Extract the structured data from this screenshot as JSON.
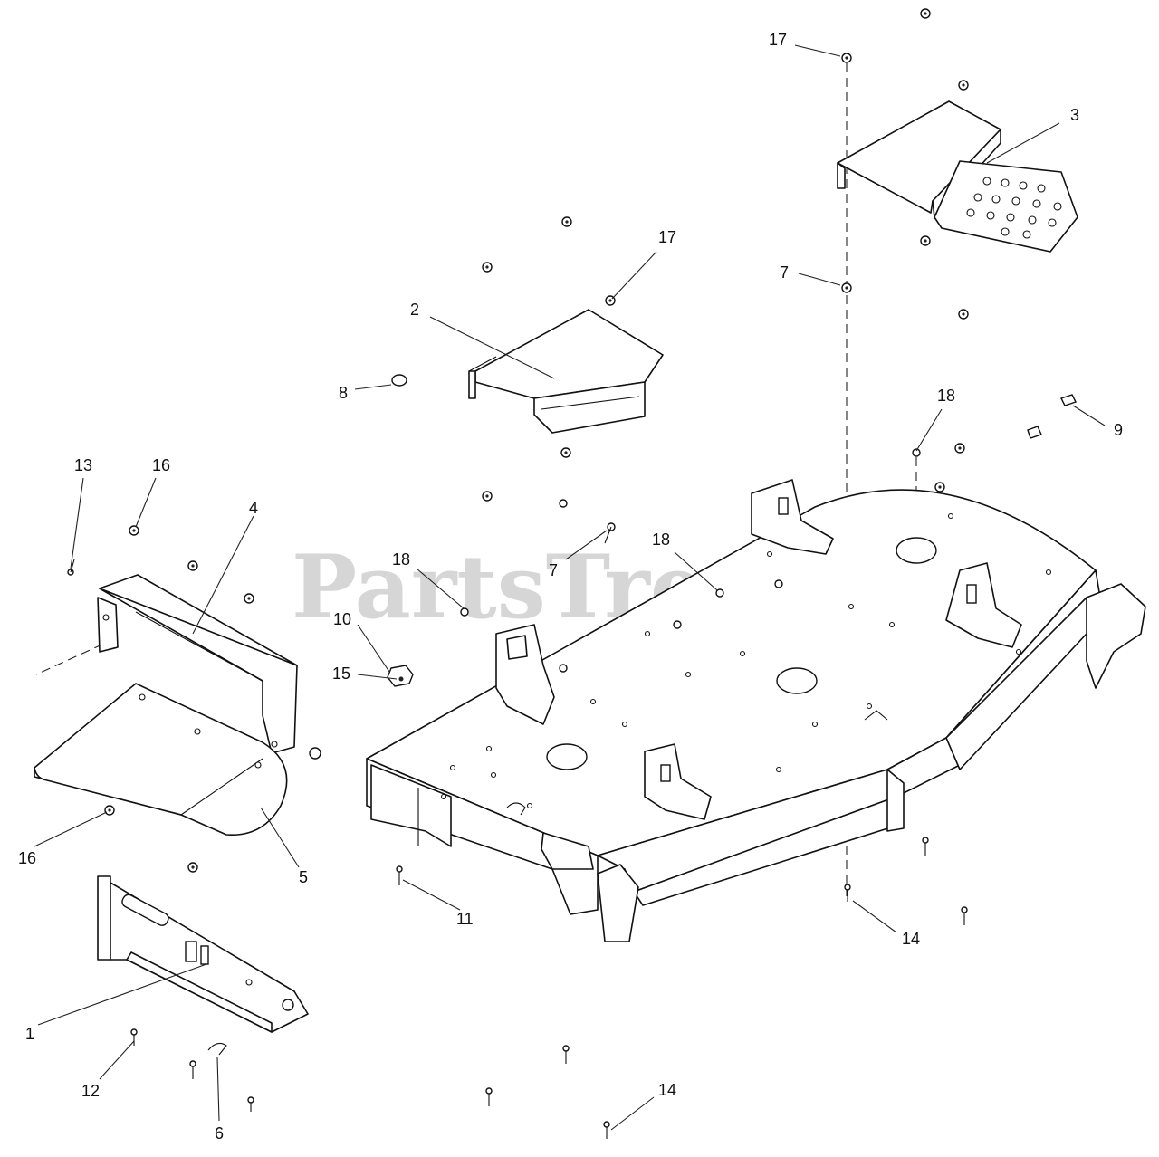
{
  "watermark": {
    "brand": "PartsTree",
    "trademark": "™"
  },
  "callouts": {
    "c1": "1",
    "c2": "2",
    "c3": "3",
    "c4": "4",
    "c5": "5",
    "c6": "6",
    "c7a": "7",
    "c7b": "7",
    "c8": "8",
    "c9": "9",
    "c10": "10",
    "c11": "11",
    "c12": "12",
    "c13": "13",
    "c14a": "14",
    "c14b": "14",
    "c15": "15",
    "c16a": "16",
    "c16b": "16",
    "c17a": "17",
    "c17b": "17",
    "c18a": "18",
    "c18b": "18",
    "c18c": "18"
  },
  "colors": {
    "line": "#111111",
    "watermark": "#c9c9c9",
    "background": "#ffffff"
  }
}
